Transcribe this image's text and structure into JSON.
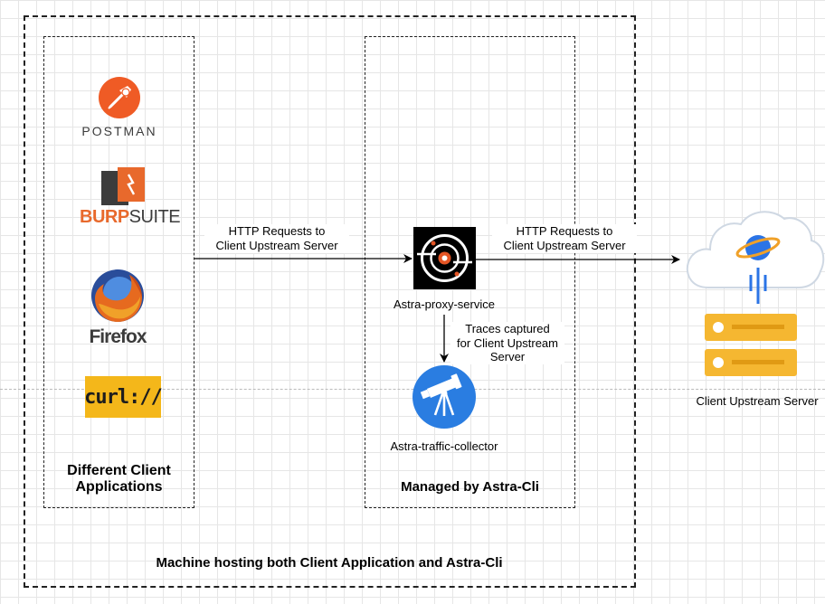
{
  "boxes": {
    "clients_title": "Different Client\nApplications",
    "astra_title": "Managed by Astra-Cli",
    "machine_title": "Machine hosting both Client Application and Astra-Cli"
  },
  "clients": {
    "postman": "POSTMAN",
    "burp_a": "BURP",
    "burp_b": "SUITE",
    "firefox": "Firefox",
    "curl": "curl://"
  },
  "edges": {
    "left_request": "HTTP Requests to\nClient Upstream Server",
    "right_request": "HTTP Requests to\nClient Upstream Server",
    "traces": "Traces captured\nfor Client Upstream\nServer"
  },
  "nodes": {
    "proxy": "Astra-proxy-service",
    "collector": "Astra-traffic-collector",
    "upstream": "Client Upstream Server"
  },
  "colors": {
    "postman": "#ef5b25",
    "burp": "#e8692c",
    "collector": "#2a7de1",
    "server": "#f5b731",
    "cloud_planet": "#2b74e6"
  }
}
